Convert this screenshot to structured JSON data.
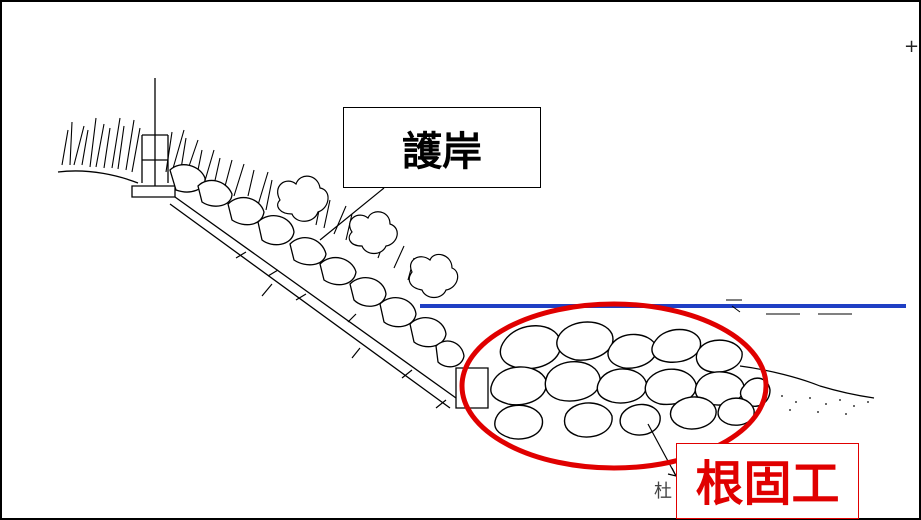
{
  "labels": {
    "revetment": "護岸",
    "foot_protection": "根固工",
    "partial_text": "杜",
    "edge_mark": "+"
  },
  "colors": {
    "line": "#000000",
    "water_line": "#1f3fc4",
    "highlight": "#e00000",
    "background": "#ffffff"
  }
}
